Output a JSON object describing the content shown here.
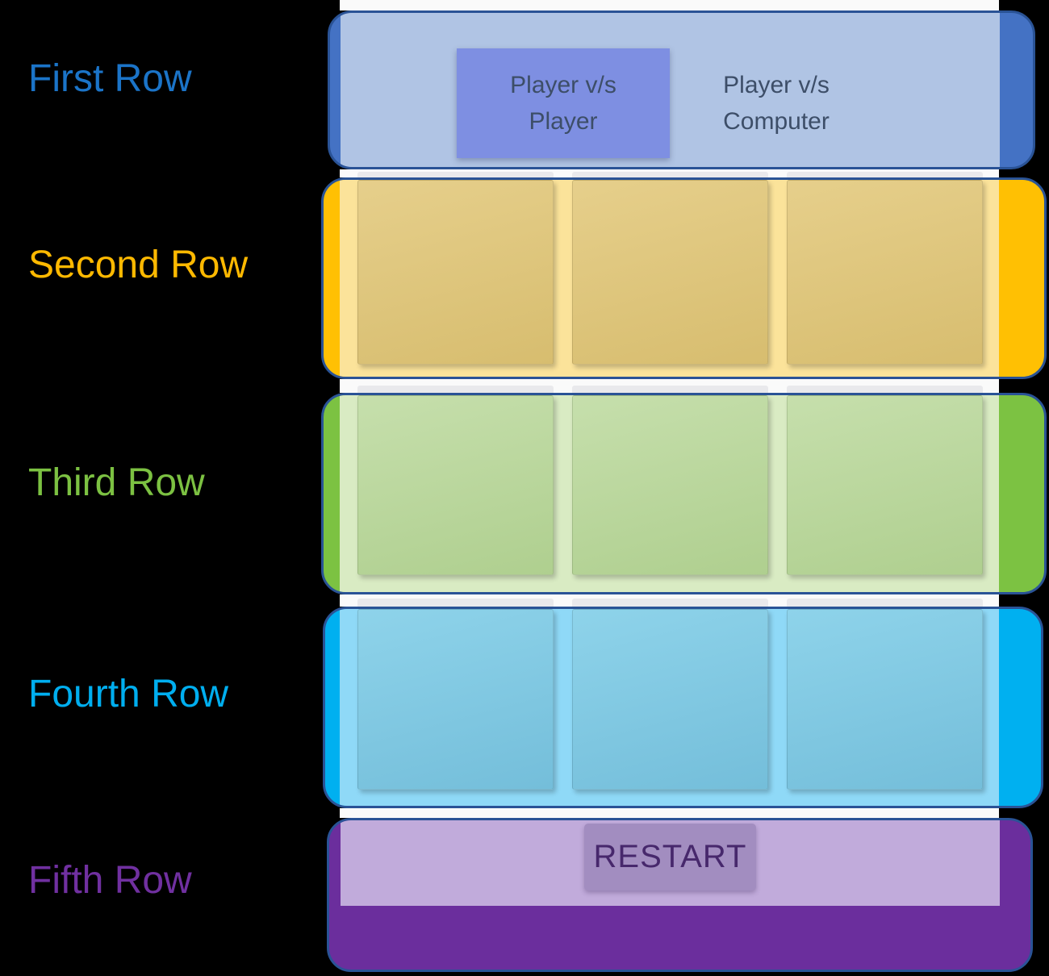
{
  "slide": {
    "background_color": "#000000",
    "row_labels": [
      {
        "text": "First Row",
        "color": "#1B74C8"
      },
      {
        "text": "Second Row",
        "color": "#FFB900"
      },
      {
        "text": "Third Row",
        "color": "#7CC142"
      },
      {
        "text": "Fourth Row",
        "color": "#00AEEF"
      },
      {
        "text": "Fifth Row",
        "color": "#7030A0"
      }
    ]
  },
  "app": {
    "tab_bar": {
      "selected_tab_label": "Player v/s\nPlayer",
      "unselected_tab_label": "Player v/s\nComputer"
    },
    "grid": {
      "rows": 3,
      "columns": 3
    },
    "restart_button_label": "RESTART"
  },
  "annotation": {
    "border_color": "#2A5396",
    "row_fill_colors": [
      "#4472C4",
      "#FFC003",
      "#7CC242",
      "#00B0F0",
      "#6B2E9D"
    ],
    "row_tint_colors": [
      "#B0C4E4",
      "#FBE39A",
      "#D9EBC3",
      "#8FD9F7",
      "#C1ABDB"
    ]
  }
}
